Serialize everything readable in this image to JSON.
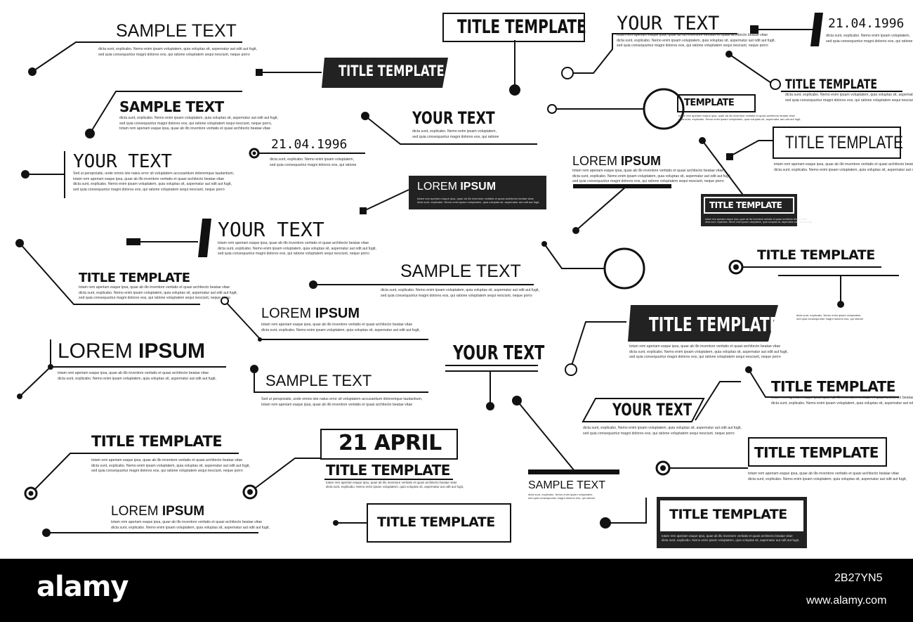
{
  "labels": {
    "sample_text": "SAMPLE TEXT",
    "title_template": "TITLE TEMPLATE",
    "your_text": "YOUR TEXT",
    "date": "21.04.1996",
    "lorem": "LOREM",
    "ipsum": "IPSUM",
    "template": "TEMPLATE",
    "april": "21 APRIL"
  },
  "filler": {
    "a": "dicta sunt, explicabo. Nemo enim ipsam voluptatem, quia voluptas sit, aspernatur aut odit aut fugit,\nsed quia consequuntur magni dolores eos, qui ratione voluptatem sequi nesciunt, neque porro",
    "b": "totam rem aperiam eaque ipsa, quae ab illo inventore veritatis et quasi architecto beatae vitae\ndicta sunt, explicabo. Nemo enim ipsam voluptatem, quia voluptas sit, aspernatur aut odit aut fugit,\nsed quia consequuntur magni dolores eos, qui ratione voluptatem sequi nesciunt, neque porro",
    "c": "Sed ut perspiciatis, unde omnis iste natus error sit voluptatem accusantium doloremque laudantium,\ntotam rem aperiam eaque ipsa, quae ab illo inventore veritatis et quasi architecto beatae vitae\ndicta sunt, explicabo. Nemo enim ipsam voluptatem, quia voluptas sit, aspernatur aut odit aut fugit,\nsed quia consequuntur magni dolores eos, qui ratione voluptatem sequi nesciunt, neque porro",
    "d": "dicta sunt, explicabo. Nemo enim ipsam voluptatem,\nsed quia consequuntur magni dolores eos, qui ratione",
    "e": "totam rem aperiam eaque ipsa, quae ab illo inventore veritatis et quasi architecto beatae vitae\ndicta sunt, explicabo. Nemo enim ipsam voluptatem, quia voluptas sit, aspernatur aut odit aut fugit,",
    "f": "Sed ut perspiciatis, unde omnis iste natus error sit voluptatem accusantium doloremque laudantium,\ntotam rem aperiam eaque ipsa, quae ab illo inventore veritatis et quasi architecto beatae vitae",
    "g": "dicta sunt, explicabo. Nemo enim ipsam voluptatem, quia voluptas sit, aspernatur aut odit aut fugit,\nsed quia consequuntur magni dolores eos, qui ratione voluptatem sequi nesciunt, neque porro,\ntotam rem aperiam eaque ipsa, quae ab illo inventore veritatis et quasi architecto beatae vitae"
  },
  "footer": {
    "brand": "alamy",
    "image_id": "2B27YN5",
    "site": "www.alamy.com"
  },
  "colors": {
    "ink": "#111111",
    "fill": "#222222",
    "footer": "#000000"
  }
}
